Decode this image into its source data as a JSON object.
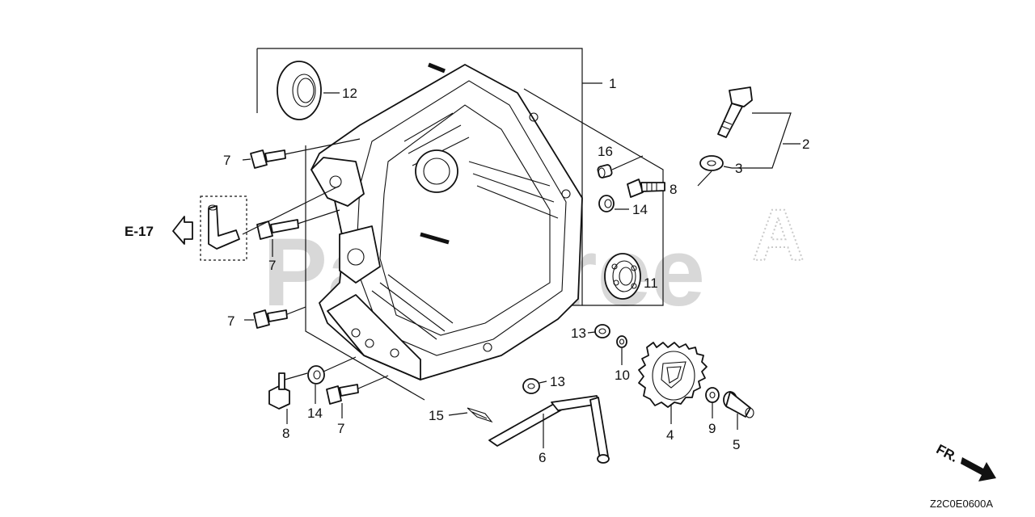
{
  "diagram": {
    "watermark": "PartsTree",
    "drawing_code": "Z2C0E0600A",
    "reference": {
      "label": "E-17"
    },
    "orientation": {
      "label": "FR."
    },
    "callouts": [
      {
        "id": "c1",
        "number": "1"
      },
      {
        "id": "c2",
        "number": "2"
      },
      {
        "id": "c3",
        "number": "3"
      },
      {
        "id": "c4",
        "number": "4"
      },
      {
        "id": "c5",
        "number": "5"
      },
      {
        "id": "c6",
        "number": "6"
      },
      {
        "id": "c7a",
        "number": "7"
      },
      {
        "id": "c7b",
        "number": "7"
      },
      {
        "id": "c7c",
        "number": "7"
      },
      {
        "id": "c7d",
        "number": "7"
      },
      {
        "id": "c8a",
        "number": "8"
      },
      {
        "id": "c8b",
        "number": "8"
      },
      {
        "id": "c9",
        "number": "9"
      },
      {
        "id": "c10",
        "number": "10"
      },
      {
        "id": "c11",
        "number": "11"
      },
      {
        "id": "c12",
        "number": "12"
      },
      {
        "id": "c13a",
        "number": "13"
      },
      {
        "id": "c13b",
        "number": "13"
      },
      {
        "id": "c14a",
        "number": "14"
      },
      {
        "id": "c14b",
        "number": "14"
      },
      {
        "id": "c15",
        "number": "15"
      },
      {
        "id": "c16",
        "number": "16"
      }
    ]
  }
}
